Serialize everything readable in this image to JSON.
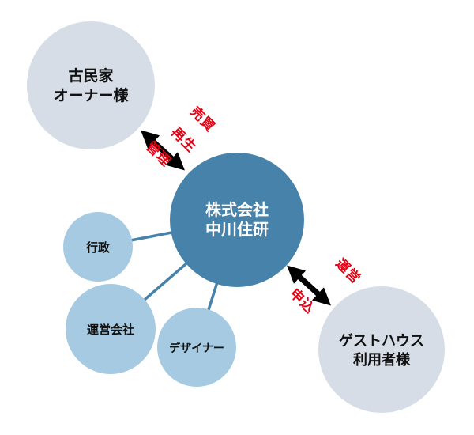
{
  "diagram": {
    "nodes": {
      "owner": {
        "line1": "古民家",
        "line2": "オーナー様"
      },
      "center": {
        "line1": "株式会社",
        "line2": "中川住研"
      },
      "guest": {
        "line1": "ゲストハウス",
        "line2": "利用者様"
      },
      "gov": {
        "label": "行政"
      },
      "operator": {
        "label": "運営会社"
      },
      "designer": {
        "label": "デザイナー"
      }
    },
    "owner_arrow_labels": [
      "売買",
      "再生",
      "管理"
    ],
    "guest_arrow_labels": [
      "運営",
      "申込"
    ],
    "colors": {
      "center_circle": "#4682a9",
      "outer_circle": "#d6dde6",
      "small_circle": "#a5cae1",
      "connector": "#4682a9",
      "arrow": "#000000",
      "red_text": "#e60012"
    }
  }
}
